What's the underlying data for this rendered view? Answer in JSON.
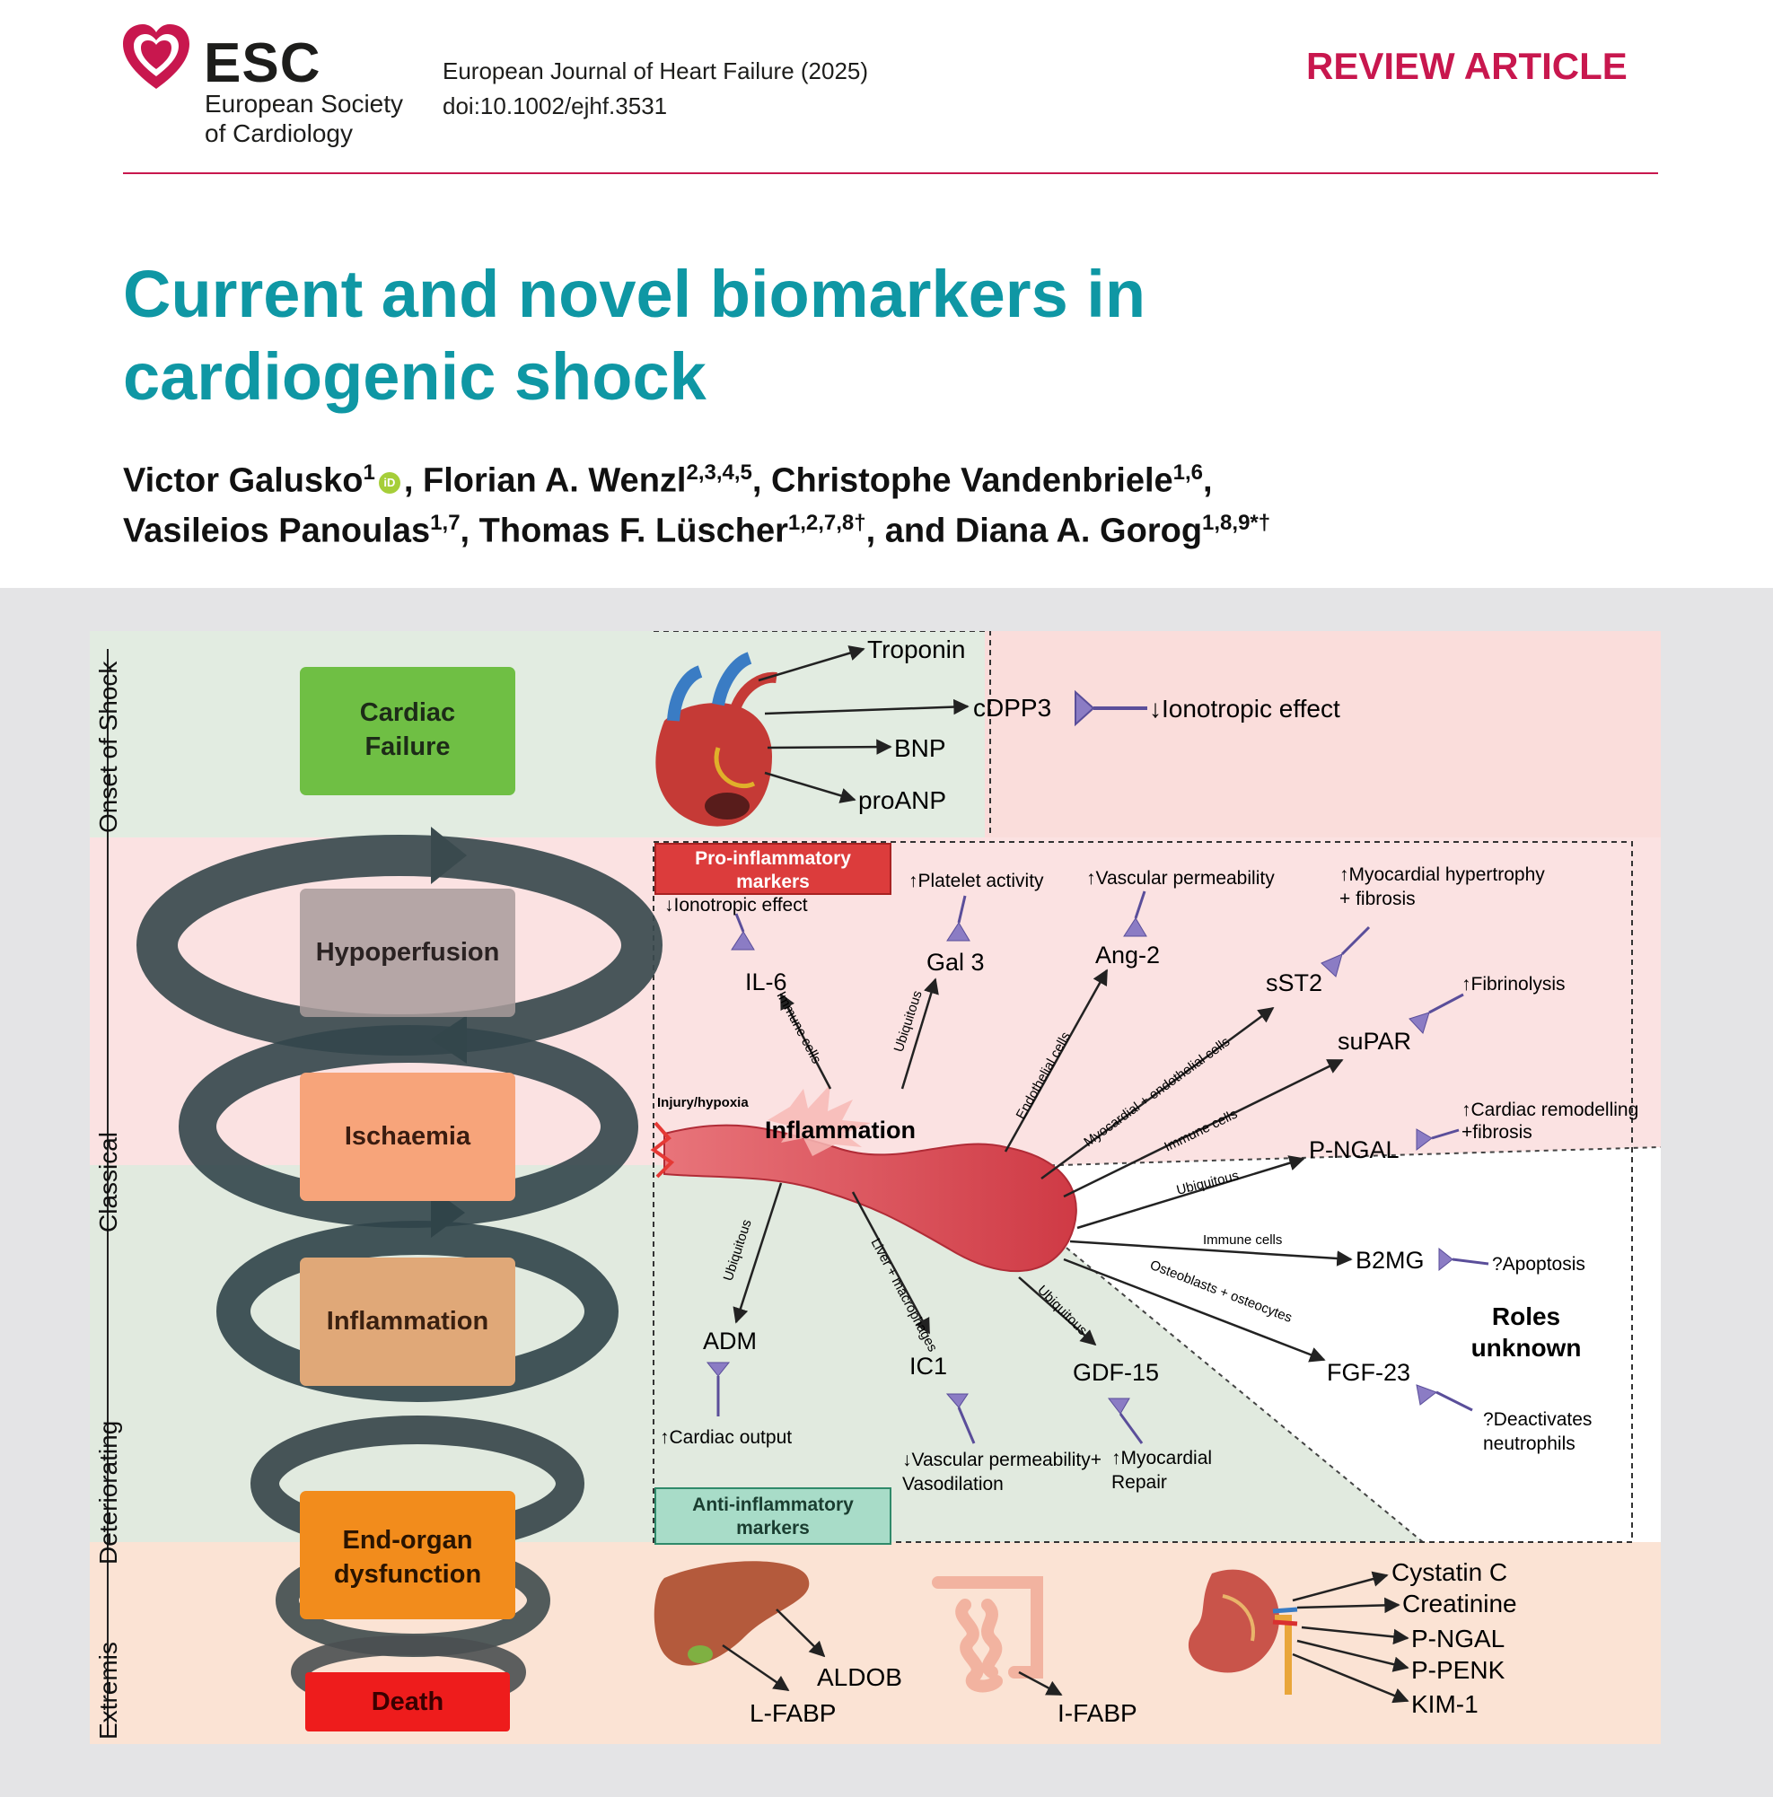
{
  "header": {
    "logo": {
      "mark": "ESC",
      "org_line1": "European Society",
      "org_line2": "of Cardiology"
    },
    "journal": "European Journal of Heart Failure (2025)",
    "doi": "doi:10.1002/ejhf.3531",
    "article_type": "REVIEW ARTICLE"
  },
  "title": {
    "line1": "Current and novel biomarkers in",
    "line2": "cardiogenic shock"
  },
  "authors": [
    {
      "name": "Victor Galusko",
      "aff": "1",
      "sep": ", "
    },
    {
      "name": "Florian A. Wenzl",
      "aff": "2,3,4,5",
      "sep": ", "
    },
    {
      "name": "Christophe Vandenbriele",
      "aff": "1,6",
      "sep": ","
    },
    {
      "name": "Vasileios Panoulas",
      "aff": "1,7",
      "sep": ", "
    },
    {
      "name": "Thomas F. Lüscher",
      "aff": "1,2,7,8†",
      "sep": ", and "
    },
    {
      "name": "Diana A. Gorog",
      "aff": "1,8,9*†",
      "sep": ""
    }
  ],
  "figure": {
    "timeline": {
      "onset": "Onset of Shock",
      "classical": "Classical",
      "deteriorating": "Deteriorating",
      "extremis": "Extremis"
    },
    "stages": [
      "Cardiac Failure",
      "Hypoperfusion",
      "Ischaemia",
      "Inflammation",
      "End-organ dysfunction",
      "Death"
    ],
    "cardiac": {
      "markers": [
        "Troponin",
        "cDPP3",
        "BNP",
        "proANP"
      ],
      "dpp3_effect": "↓Ionotropic effect"
    },
    "pro_box": {
      "line1": "Pro-inflammatory",
      "line2": "markers"
    },
    "anti_box": {
      "line1": "Anti-inflammatory",
      "line2": "markers"
    },
    "center": {
      "injury": "Injury/hypoxia",
      "inflammation": "Inflammation"
    },
    "pro": [
      {
        "marker": "IL-6",
        "source": "Immune cells",
        "effect1": "↓Ionotropic effect",
        "effect2": ""
      },
      {
        "marker": "Gal 3",
        "source": "Ubiquitous",
        "effect1": "↑Platelet activity",
        "effect2": ""
      },
      {
        "marker": "Ang-2",
        "source": "Endothelial cells",
        "effect1": "↑Vascular permeability",
        "effect2": ""
      },
      {
        "marker": "sST2",
        "source": "Myocardial + endothelial cells",
        "effect1": "↑Myocardial hypertrophy",
        "effect2": "+ fibrosis"
      },
      {
        "marker": "suPAR",
        "source": "Immune cells",
        "effect1": "↑Fibrinolysis",
        "effect2": ""
      },
      {
        "marker": "P-NGAL",
        "source": "Ubiquitous",
        "effect1": "↑Cardiac remodelling",
        "effect2": "+fibrosis"
      }
    ],
    "anti": [
      {
        "marker": "ADM",
        "source": "Ubiquitous",
        "effect1": "↑Cardiac output",
        "effect2": ""
      },
      {
        "marker": "IC1",
        "source": "Liver + macrophages",
        "effect1": "↓Vascular permeability+",
        "effect2": "Vasodilation"
      },
      {
        "marker": "GDF-15",
        "source": "Ubiquitous",
        "effect1": "↑Myocardial",
        "effect2": "Repair"
      }
    ],
    "unknown": {
      "label1": "Roles",
      "label2": "unknown",
      "items": [
        {
          "marker": "B2MG",
          "source": "Immune cells",
          "effect1": "?Apoptosis",
          "effect2": ""
        },
        {
          "marker": "FGF-23",
          "source": "Osteoblasts + osteocytes",
          "effect1": "?Deactivates",
          "effect2": "neutrophils"
        }
      ]
    },
    "organs": {
      "liver": [
        "ALDOB",
        "L-FABP"
      ],
      "intestine": [
        "I-FABP"
      ],
      "kidney": [
        "Cystatin C",
        "Creatinine",
        "P-NGAL",
        "P-PENK",
        "KIM-1"
      ]
    }
  }
}
